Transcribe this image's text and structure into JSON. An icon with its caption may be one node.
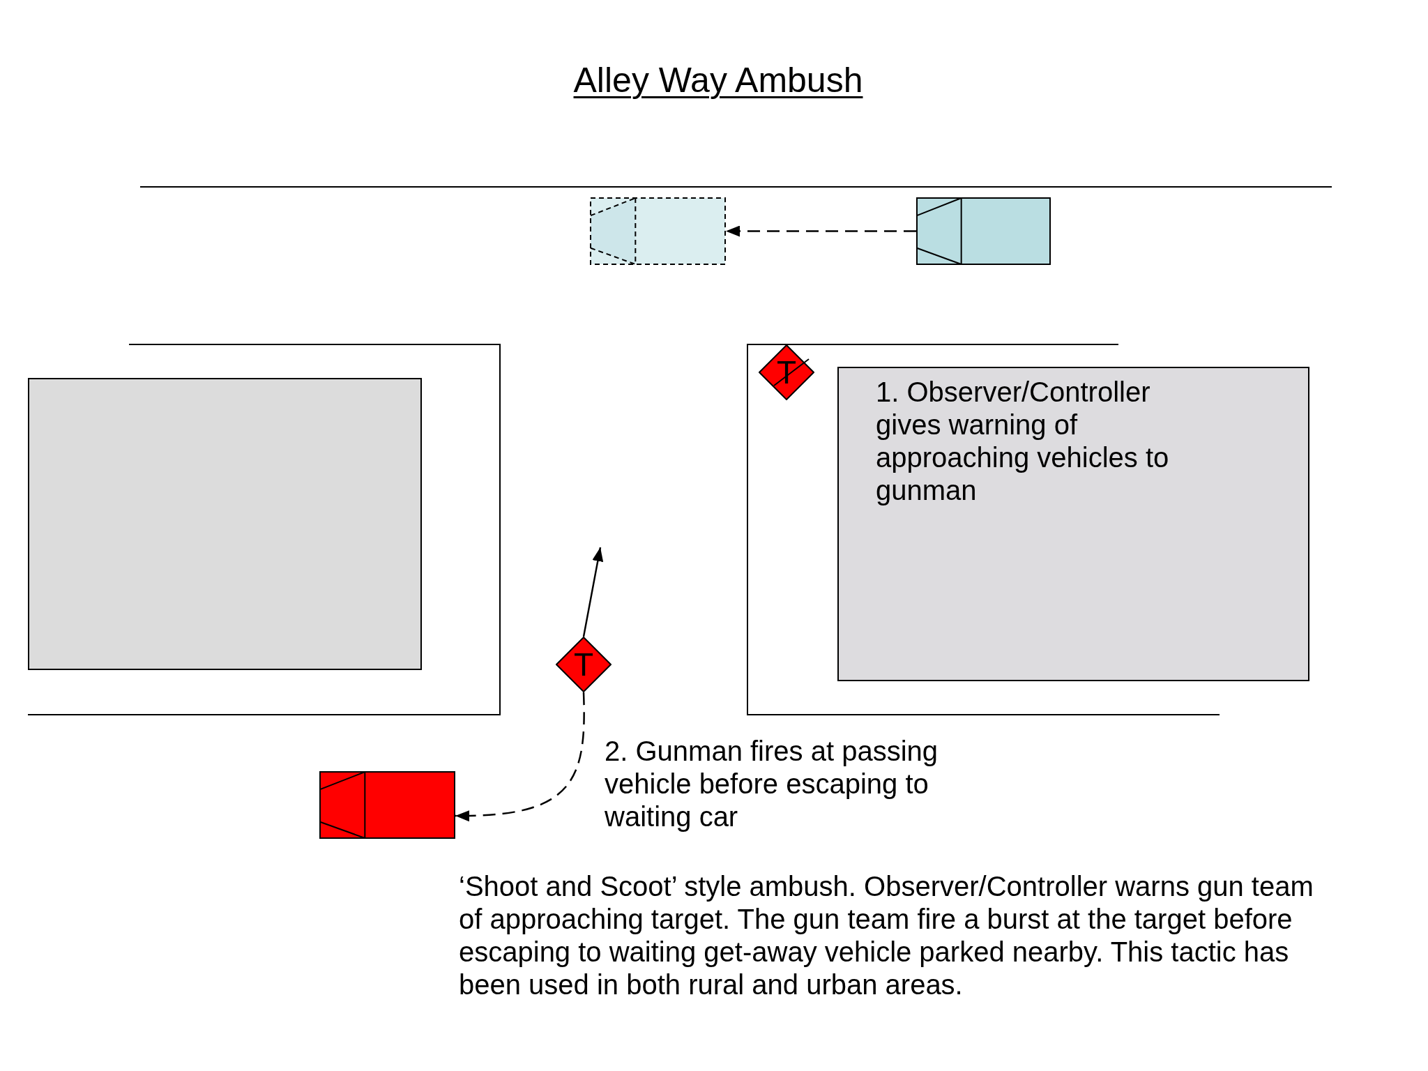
{
  "diagram": {
    "title": "Alley Way Ambush",
    "caption": "‘Shoot and Scoot’ style ambush. Observer/Controller warns gun team of approaching target. The gun team fire a burst at the target before escaping to waiting get-away vehicle parked nearby. This tactic has been used in both rural and urban areas.",
    "nodes": [
      {
        "text": [],
        "shape": "car"
      },
      {
        "text": [],
        "shape": "car"
      },
      {
        "text": [],
        "shape": "box"
      },
      {
        "text": [
          "T"
        ]
      },
      {
        "text": [
          "1. Observer/Controller gives warning of approaching vehicles to gunman"
        ]
      },
      {
        "text": [
          "T"
        ]
      },
      {
        "text": [],
        "shape": "car"
      }
    ],
    "edges": [
      {
        "from": 1,
        "to": 0,
        "arrow": "to",
        "style": "dashed"
      },
      {
        "from": 5,
        "to": null,
        "arrow": "to"
      },
      {
        "from": 5,
        "to": 6,
        "arrow": "to",
        "style": "dashed"
      }
    ],
    "labels": [
      "2. Gunman fires at passing vehicle before escaping to waiting car"
    ]
  }
}
